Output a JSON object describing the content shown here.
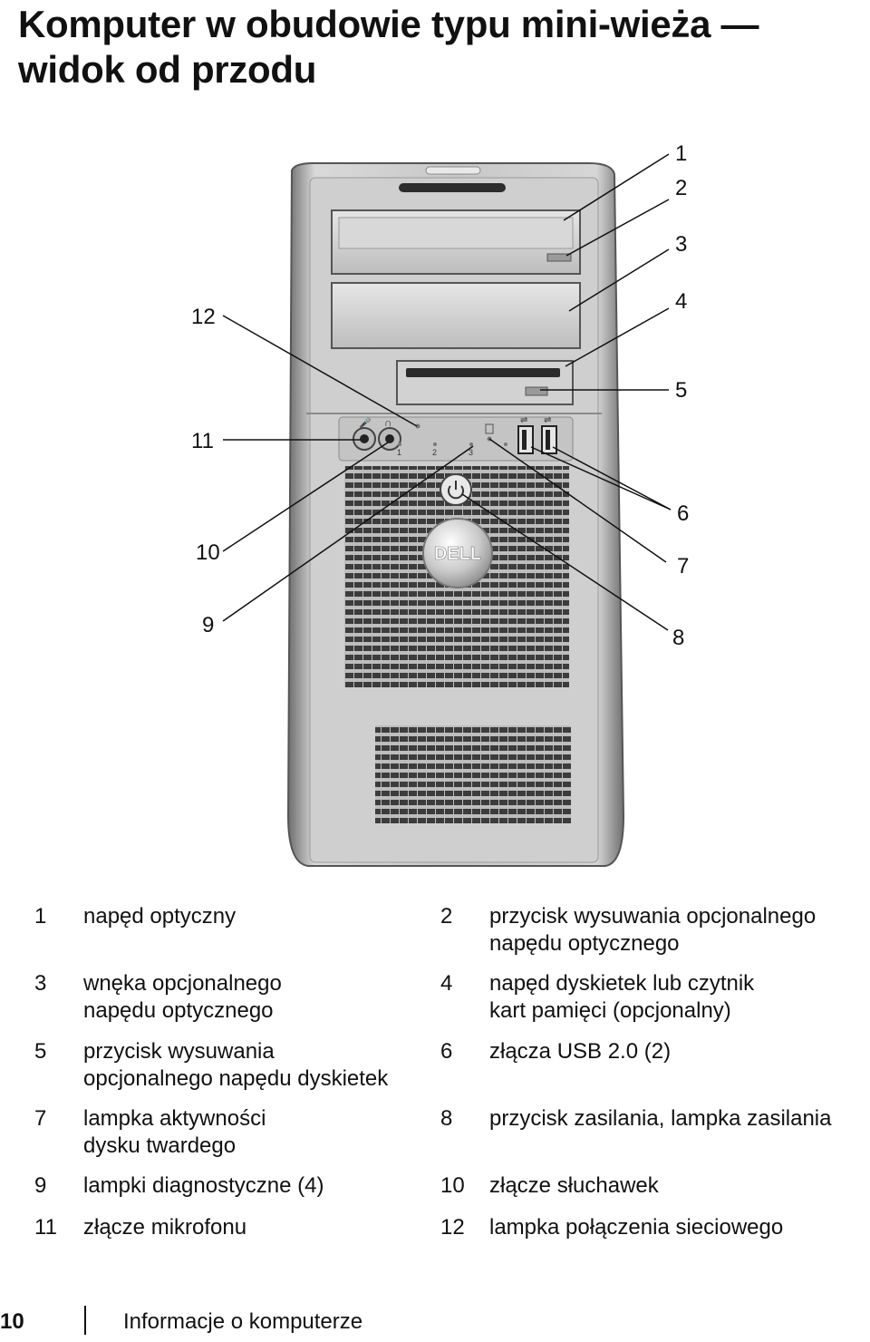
{
  "title": {
    "line1": "Komputer w obudowie typu mini-wieża —",
    "line2": "widok od przodu"
  },
  "figure": {
    "callouts": [
      "1",
      "2",
      "3",
      "4",
      "5",
      "6",
      "7",
      "8",
      "9",
      "10",
      "11",
      "12"
    ],
    "logo_text": "DELL",
    "port_labels": [
      "1",
      "2",
      "3"
    ]
  },
  "legend": {
    "items": [
      {
        "num": "1",
        "text": [
          "napęd optyczny"
        ]
      },
      {
        "num": "2",
        "text": [
          "przycisk wysuwania opcjonalnego",
          "napędu optycznego"
        ]
      },
      {
        "num": "3",
        "text": [
          "wnęka opcjonalnego",
          "napędu optycznego"
        ]
      },
      {
        "num": "4",
        "text": [
          "napęd dyskietek lub czytnik",
          "kart pamięci (opcjonalny)"
        ]
      },
      {
        "num": "5",
        "text": [
          "przycisk wysuwania",
          "opcjonalnego napędu dyskietek"
        ]
      },
      {
        "num": "6",
        "text": [
          "złącza USB 2.0 (2)"
        ]
      },
      {
        "num": "7",
        "text": [
          "lampka aktywności",
          "dysku twardego"
        ]
      },
      {
        "num": "8",
        "text": [
          "przycisk zasilania, lampka zasilania"
        ]
      },
      {
        "num": "9",
        "text": [
          "lampki diagnostyczne (4)"
        ]
      },
      {
        "num": "10",
        "text": [
          "złącze słuchawek"
        ]
      },
      {
        "num": "11",
        "text": [
          "złącze mikrofonu"
        ]
      },
      {
        "num": "12",
        "text": [
          "lampka połączenia sieciowego"
        ]
      }
    ]
  },
  "footer": {
    "page_number": "10",
    "section_title": "Informacje o komputerze"
  }
}
